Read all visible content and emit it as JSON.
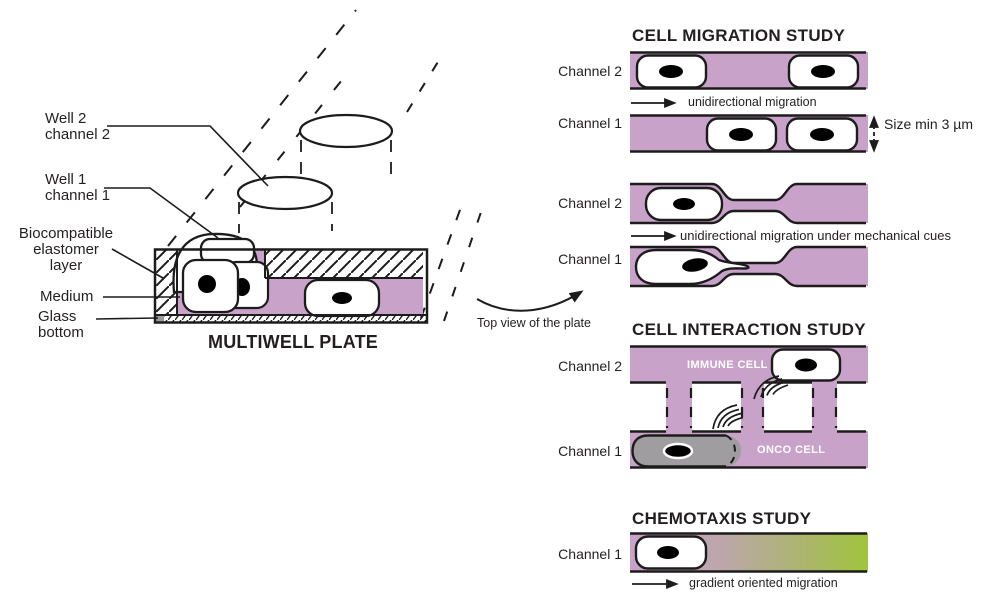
{
  "palette": {
    "purple": "#c9a2c9",
    "green": "#a0c43c",
    "grey_cell": "#9f9d9f",
    "ink": "#1c1c1c"
  },
  "left": {
    "well2_l1": "Well 2",
    "well2_l2": "channel 2",
    "well1_l1": "Well 1",
    "well1_l2": "channel 1",
    "elastomer_l1": "Biocompatible",
    "elastomer_l2": "elastomer",
    "elastomer_l3": "layer",
    "medium_label": "Medium",
    "glass_l1": "Glass",
    "glass_l2": "bottom",
    "plate_title": "MULTIWELL PLATE",
    "top_view_caption": "Top view of the plate"
  },
  "migration": {
    "title": "CELL MIGRATION STUDY",
    "row1_label": "Channel 2",
    "row2_label": "Channel 1",
    "caption1": "unidirectional migration",
    "size_note": "Size min 3 µm",
    "row3_label": "Channel 2",
    "row4_label": "Channel 1",
    "caption2": "unidirectional migration under mechanical cues"
  },
  "interaction": {
    "title": "CELL INTERACTION STUDY",
    "row1_label": "Channel 2",
    "row1_cell": "IMMUNE CELL",
    "row2_label": "Channel 1",
    "row2_cell": "ONCO CELL"
  },
  "chemotaxis": {
    "title": "CHEMOTAXIS STUDY",
    "row_label": "Channel 1",
    "caption": "gradient oriented migration"
  }
}
